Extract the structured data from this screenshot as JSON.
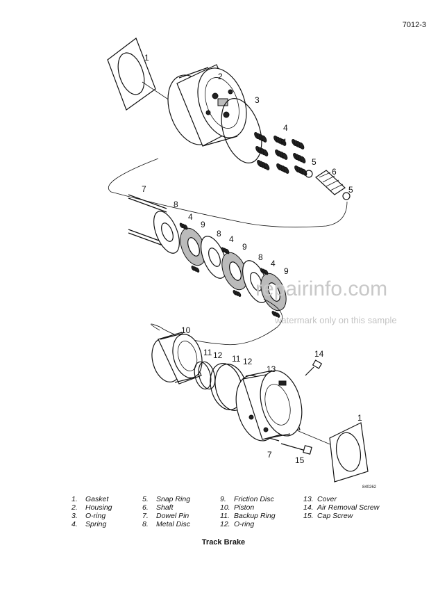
{
  "page": {
    "number": "7012-3"
  },
  "figure": {
    "code": "840262",
    "callouts": [
      "1",
      "2",
      "3",
      "4",
      "4",
      "5",
      "6",
      "5",
      "7",
      "8",
      "4",
      "9",
      "8",
      "4",
      "9",
      "8",
      "4",
      "9",
      "10",
      "11",
      "12",
      "11",
      "12",
      "13",
      "14",
      "7",
      "15",
      "1"
    ]
  },
  "watermark": {
    "main": "repairinfo.com",
    "sub": "watermark only on this sample"
  },
  "legend": {
    "columns": [
      [
        {
          "num": "1.",
          "label": "Gasket"
        },
        {
          "num": "2.",
          "label": "Housing"
        },
        {
          "num": "3.",
          "label": "O-ring"
        },
        {
          "num": "4.",
          "label": "Spring"
        }
      ],
      [
        {
          "num": "5.",
          "label": "Snap Ring"
        },
        {
          "num": "6.",
          "label": "Shaft"
        },
        {
          "num": "7.",
          "label": "Dowel Pin"
        },
        {
          "num": "8.",
          "label": "Metal Disc"
        }
      ],
      [
        {
          "num": "9.",
          "label": "Friction Disc"
        },
        {
          "num": "10.",
          "label": "Piston"
        },
        {
          "num": "11.",
          "label": "Backup Ring"
        },
        {
          "num": "12.",
          "label": "O-ring"
        }
      ],
      [
        {
          "num": "13.",
          "label": "Cover"
        },
        {
          "num": "14.",
          "label": "Air Removal Screw"
        },
        {
          "num": "15.",
          "label": "Cap Screw"
        }
      ]
    ]
  },
  "caption": "Track Brake"
}
